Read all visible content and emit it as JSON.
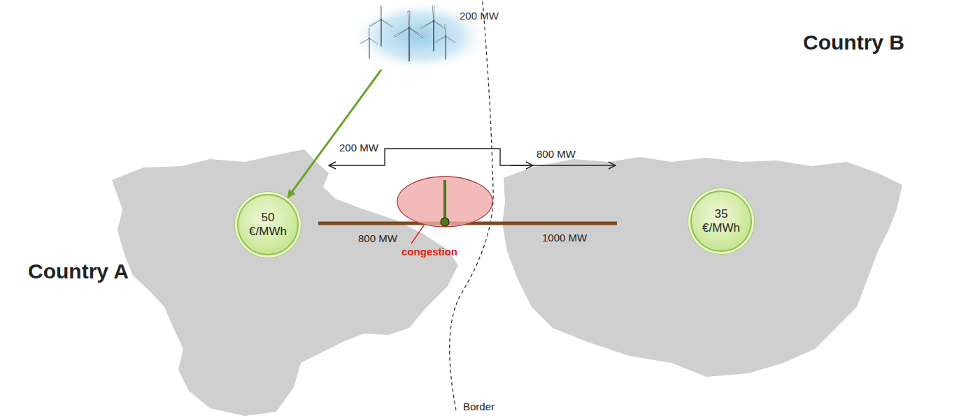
{
  "diagram": {
    "nodes": [
      {
        "text": [
          "200 MW"
        ]
      },
      {
        "text": [
          "50 €/MWh"
        ]
      },
      {
        "text": [
          "35 €/MWh"
        ]
      }
    ],
    "edges": [
      {
        "from": 0,
        "to": 1,
        "arrow": "to"
      }
    ],
    "labels": [
      "200 MW",
      "800 MW",
      "Country B",
      "800 MW",
      "congestion",
      "1000 MW",
      "Country A",
      "Border"
    ]
  }
}
